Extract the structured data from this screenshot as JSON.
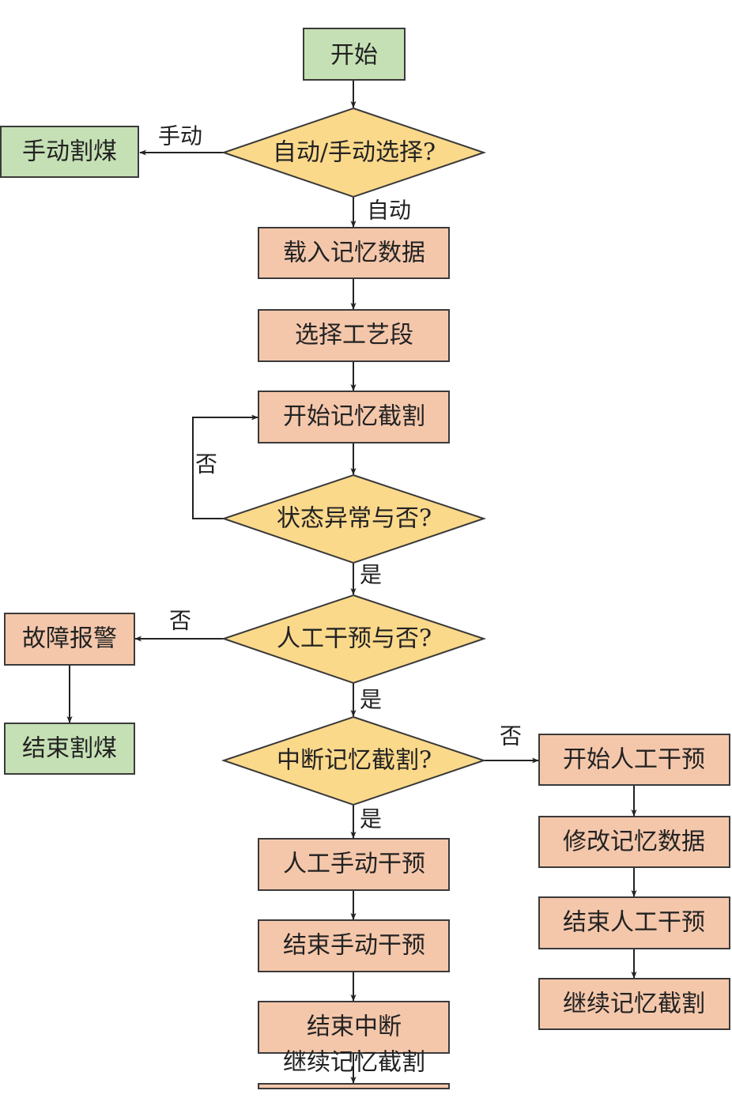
{
  "nodes": {
    "start": "开始",
    "mode_select": "自动/手动选择?",
    "manual_cut": "手动割煤",
    "load_memory": "载入记忆数据",
    "select_stage": "选择工艺段",
    "start_memory_cut": "开始记忆截割",
    "status_check": "状态异常与否?",
    "manual_intervene_check": "人工干预与否?",
    "fault_alarm": "故障报警",
    "end_cut": "结束割煤",
    "interrupt_check": "中断记忆截割?",
    "start_manual_intervene": "开始人工干预",
    "modify_memory": "修改记忆数据",
    "end_manual_intervene": "结束人工干预",
    "continue_memory_cut_right": "继续记忆截割",
    "manual_hand_intervene": "人工手动干预",
    "end_hand_intervene": "结束手动干预",
    "end_interrupt": "结束中断",
    "continue_memory_cut_bottom": "继续记忆截割"
  },
  "edge_labels": {
    "manual": "手动",
    "auto": "自动",
    "status_no": "否",
    "status_yes": "是",
    "intervene_no": "否",
    "intervene_yes": "是",
    "interrupt_no": "否",
    "interrupt_yes": "是"
  },
  "colors": {
    "green": "#c5e0b4",
    "orange": "#f4c7ab",
    "diamond": "#fbd98b"
  }
}
